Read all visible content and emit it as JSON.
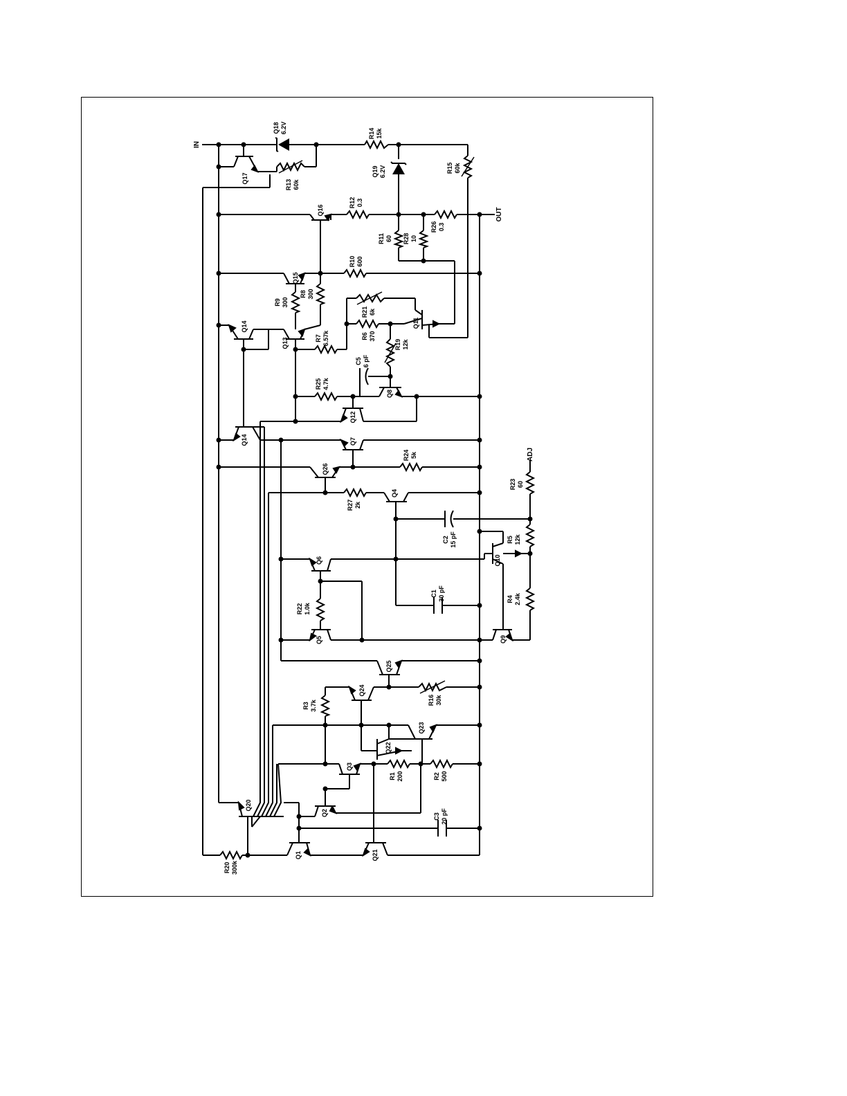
{
  "pins": {
    "in": "IN",
    "out": "OUT",
    "adj": "ADJ"
  },
  "transistors": {
    "q1": "Q1",
    "q2": "Q2",
    "q3": "Q3",
    "q4": "Q4",
    "q5": "Q5",
    "q6": "Q6",
    "q7": "Q7",
    "q8": "Q8",
    "q9": "Q9",
    "q10": "Q10",
    "q11": "Q11",
    "q12": "Q12",
    "q13": "Q13",
    "q14a": "Q14",
    "q14b": "Q14",
    "q15": "Q15",
    "q16": "Q16",
    "q17": "Q17",
    "q20": "Q20",
    "q21": "Q21",
    "q22": "Q22",
    "q23": "Q23",
    "q24": "Q24",
    "q25": "Q25",
    "q26": "Q26"
  },
  "diodes": {
    "q18": {
      "name": "Q18",
      "value": "6.2V"
    },
    "q19": {
      "name": "Q19",
      "value": "6.2V"
    }
  },
  "resistors": {
    "r1": {
      "name": "R1",
      "value": "200"
    },
    "r2": {
      "name": "R2",
      "value": "500"
    },
    "r3": {
      "name": "R3",
      "value": "3.7k"
    },
    "r4": {
      "name": "R4",
      "value": "2.4k"
    },
    "r5": {
      "name": "R5",
      "value": "12k"
    },
    "r6": {
      "name": "R6",
      "value": "370"
    },
    "r7": {
      "name": "R7",
      "value": "6.57k"
    },
    "r8": {
      "name": "R8",
      "value": "300"
    },
    "r9": {
      "name": "R9",
      "value": "300"
    },
    "r10": {
      "name": "R10",
      "value": "600"
    },
    "r11": {
      "name": "R11",
      "value": "60"
    },
    "r12": {
      "name": "R12",
      "value": "0.3"
    },
    "r13": {
      "name": "R13",
      "value": "60k"
    },
    "r14": {
      "name": "R14",
      "value": "15k"
    },
    "r15": {
      "name": "R15",
      "value": "60k"
    },
    "r16": {
      "name": "R16",
      "value": "30k"
    },
    "r19": {
      "name": "R19",
      "value": "12k"
    },
    "r20": {
      "name": "R20",
      "value": "300k"
    },
    "r21": {
      "name": "R21",
      "value": "6k"
    },
    "r22": {
      "name": "R22",
      "value": "1.0k"
    },
    "r23": {
      "name": "R23",
      "value": "60"
    },
    "r24": {
      "name": "R24",
      "value": "5k"
    },
    "r25": {
      "name": "R25",
      "value": "4.7k"
    },
    "r26": {
      "name": "R26",
      "value": "0.3"
    },
    "r27": {
      "name": "R27",
      "value": "2k"
    },
    "r28": {
      "name": "R28",
      "value": "10"
    }
  },
  "capacitors": {
    "c1": {
      "name": "C1",
      "value": "30 pF"
    },
    "c2": {
      "name": "C2",
      "value": "15 pF"
    },
    "c3": {
      "name": "C3",
      "value": "20 pF"
    },
    "c5": {
      "name": "C5",
      "value": "6 pF"
    }
  }
}
